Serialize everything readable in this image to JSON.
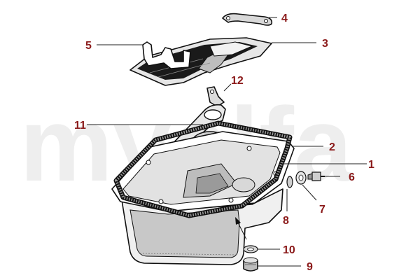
{
  "watermark": "myalfa",
  "colors": {
    "callout": "#8b1a1a",
    "line": "#111111",
    "watermark": "#eeeeee"
  },
  "callouts": [
    {
      "id": "c1",
      "label": "1"
    },
    {
      "id": "c2",
      "label": "2"
    },
    {
      "id": "c3",
      "label": "3"
    },
    {
      "id": "c4",
      "label": "4"
    },
    {
      "id": "c5",
      "label": "5"
    },
    {
      "id": "c6",
      "label": "6"
    },
    {
      "id": "c7",
      "label": "7"
    },
    {
      "id": "c8",
      "label": "8"
    },
    {
      "id": "c9",
      "label": "9"
    },
    {
      "id": "c10",
      "label": "10"
    },
    {
      "id": "c11",
      "label": "11"
    },
    {
      "id": "c12",
      "label": "12"
    }
  ]
}
